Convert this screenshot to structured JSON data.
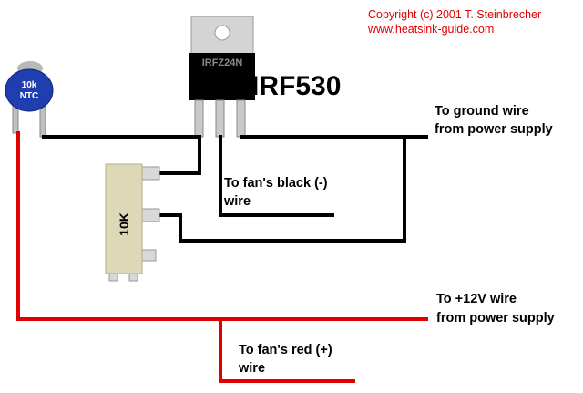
{
  "copyright": {
    "line1": "Copyright (c) 2001 T. Steinbrecher",
    "line2": "www.heatsink-guide.com"
  },
  "mosfet": {
    "chip_marking": "IRFZ24N",
    "part_label": "IRF530"
  },
  "thermistor": {
    "line1": "10k",
    "line2": "NTC"
  },
  "potentiometer": {
    "label": "10K"
  },
  "labels": {
    "ground_line1": "To ground wire",
    "ground_line2": "from power supply",
    "fan_black_line1": "To fan's black (-)",
    "fan_black_line2": "wire",
    "plus12_line1": "To +12V wire",
    "plus12_line2": "from power supply",
    "fan_red_line1": "To fan's red (+)",
    "fan_red_line2": "wire"
  },
  "colors": {
    "wire_positive": "#e00000",
    "wire_negative": "#000000",
    "copyright_text": "#e00000",
    "thermistor_body": "#1f3fb0",
    "potentiometer_body": "#ddd9b8"
  }
}
